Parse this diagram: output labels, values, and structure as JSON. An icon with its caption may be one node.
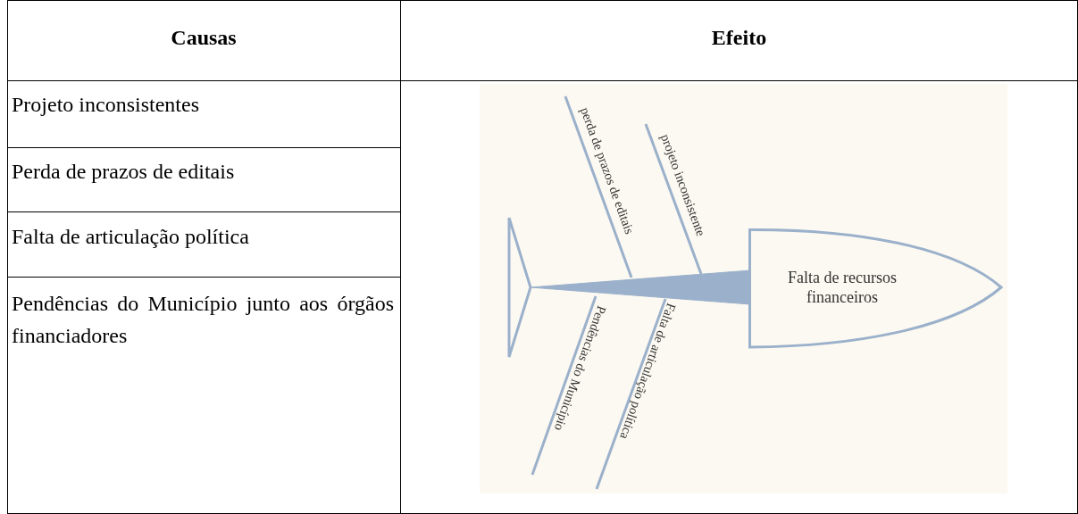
{
  "diagram": {
    "nodes": [
      {
        "text": [
          "Falta de recursos financeiros"
        ]
      }
    ],
    "labels": [
      "Causas",
      "Efeito",
      "Projeto inconsistentes",
      "Perda de prazos de editais",
      "Falta de articulação política",
      "Pendências do Município junto aos órgãos financiadores",
      "perda de prazos de editais",
      "projeto inconsistente",
      "Pendências do Município",
      "Falta de articulação política"
    ]
  }
}
